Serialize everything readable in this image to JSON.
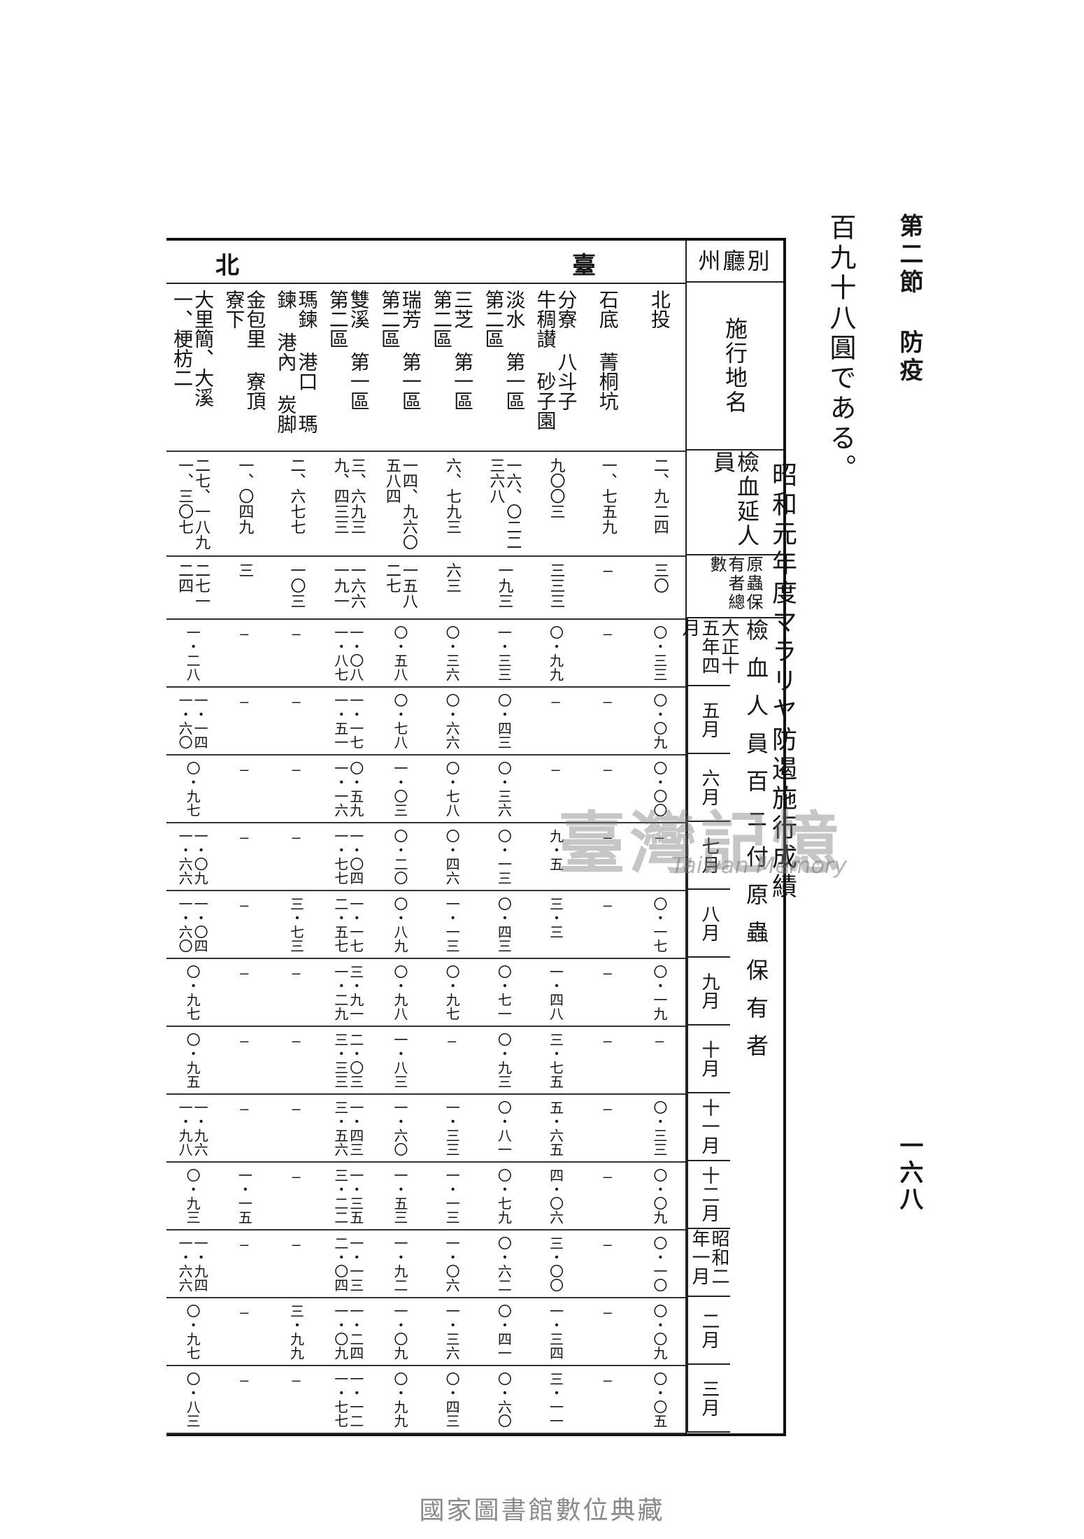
{
  "header": {
    "chapter": "第二節 防疫",
    "page_number": "一六八"
  },
  "lead_text": "百九十八圓である。",
  "table_title": "昭和元年度マラリヤ防遏施行成績",
  "watermark": {
    "main": "臺灣記憶",
    "sub": "Taiwan Memory"
  },
  "footer": "國家圖書館數位典藏",
  "table": {
    "region_header": "州廳別",
    "region_name": "臺北",
    "place_header": "施行地名",
    "blood_test_header": "檢血延人員",
    "carrier_header": "原蟲保有者總數",
    "month_group_label": "檢血人員百ニ付原蟲保有者",
    "months": [
      "大正十五年四月",
      "五月",
      "六月",
      "七月",
      "八月",
      "九月",
      "十月",
      "十一月",
      "十二月",
      "昭和二年一月",
      "二月",
      "三月"
    ],
    "rows": [
      {
        "place": "北投",
        "tested": "二、九二四",
        "carriers": "三〇",
        "rates": [
          "〇・三三",
          "〇・〇九",
          "〇・〇〇",
          "—",
          "〇・一七",
          "〇・一九",
          "—",
          "〇・三三",
          "〇・〇九",
          "〇・一〇",
          "〇・〇九",
          "〇・〇五"
        ]
      },
      {
        "place": "石底 菁桐坑",
        "tested": "一、七五九",
        "carriers": "—",
        "rates": [
          "—",
          "—",
          "—",
          "—",
          "—",
          "—",
          "—",
          "—",
          "—",
          "—",
          "—",
          "—"
        ]
      },
      {
        "place": "分寮 八斗子 牛稠讃 砂子園",
        "tested": "九〇〇三",
        "carriers": "三三三",
        "rates": [
          "〇・九九",
          "—",
          "—",
          "九・五",
          "三・三",
          "一・四八",
          "三・七五",
          "五・六五",
          "四・〇六",
          "三・〇〇",
          "一・三四",
          "三・一一"
        ]
      },
      {
        "place": "淡水 第一區 第二區",
        "tested": "一六、〇二二 三六八",
        "carriers": "一九三",
        "rates": [
          "一・三三",
          "〇・四三",
          "〇・三六",
          "〇・一三",
          "〇・四三",
          "〇・七一",
          "〇・九三",
          "〇・八一",
          "〇・七九",
          "〇・六二",
          "〇・四一",
          "〇・六〇"
        ]
      },
      {
        "place": "三芝 第一區 第二區",
        "tested": "六、七九三",
        "carriers": "六三",
        "rates": [
          "〇・三六",
          "〇・六六",
          "〇・七八",
          "〇・四六",
          "一・一三",
          "〇・九七",
          "—",
          "一・三三",
          "一・一三",
          "一・〇六",
          "一・三六",
          "〇・四三"
        ]
      },
      {
        "place": "瑞芳 第一區 第二區",
        "tested": "一四、九六〇 五八四",
        "carriers": "一五八 二七",
        "rates": [
          "〇・五八",
          "〇・七八",
          "一・〇三",
          "〇・二〇",
          "〇・八九",
          "〇・九八",
          "一・八三",
          "一・六〇",
          "一・五三",
          "一・九二",
          "一・〇九",
          "〇・九九"
        ]
      },
      {
        "place": "雙溪 第一區 第二區",
        "tested": "三、六九三 九、四三三",
        "carriers": "一六六 一九一",
        "rates": [
          "一・〇八 一・八七",
          "一・一七 一・五一",
          "〇・五九 一・一六",
          "一・〇四 一・七七",
          "一・一七 二・五七",
          "三・九一 一・二九",
          "二・〇三 三・三三",
          "一・四三 三・五六",
          "一・三五 三・二二",
          "一・一三 二・〇四",
          "一・二四 一・〇九",
          "一・一二 一・七七"
        ]
      },
      {
        "place": "瑪鍊 港口 瑪鍊 港內 炭脚",
        "tested": "二、六七七",
        "carriers": "一〇三",
        "rates": [
          "—",
          "—",
          "—",
          "—",
          "三・七三",
          "—",
          "—",
          "—",
          "—",
          "—",
          "三・九九",
          "—"
        ]
      },
      {
        "place": "金包里 寮頂 寮下",
        "tested": "一、〇四九",
        "carriers": "三",
        "rates": [
          "—",
          "—",
          "—",
          "—",
          "—",
          "—",
          "—",
          "—",
          "一・一五",
          "—",
          "—",
          "—"
        ]
      },
      {
        "place": "大里簡、大溪 一、梗枋二",
        "tested": "二七、一八九 一、三〇七",
        "carriers": "二七一 二四",
        "rates": [
          "一・二八",
          "一・一四 一・六〇",
          "〇・九七",
          "一・〇九 一・六六",
          "一・〇四 一・六〇",
          "〇・九七",
          "〇・九五",
          "一・九六 一・九八",
          "〇・九三",
          "一・九四 一・六六",
          "〇・九七",
          "〇・八三"
        ]
      }
    ]
  }
}
